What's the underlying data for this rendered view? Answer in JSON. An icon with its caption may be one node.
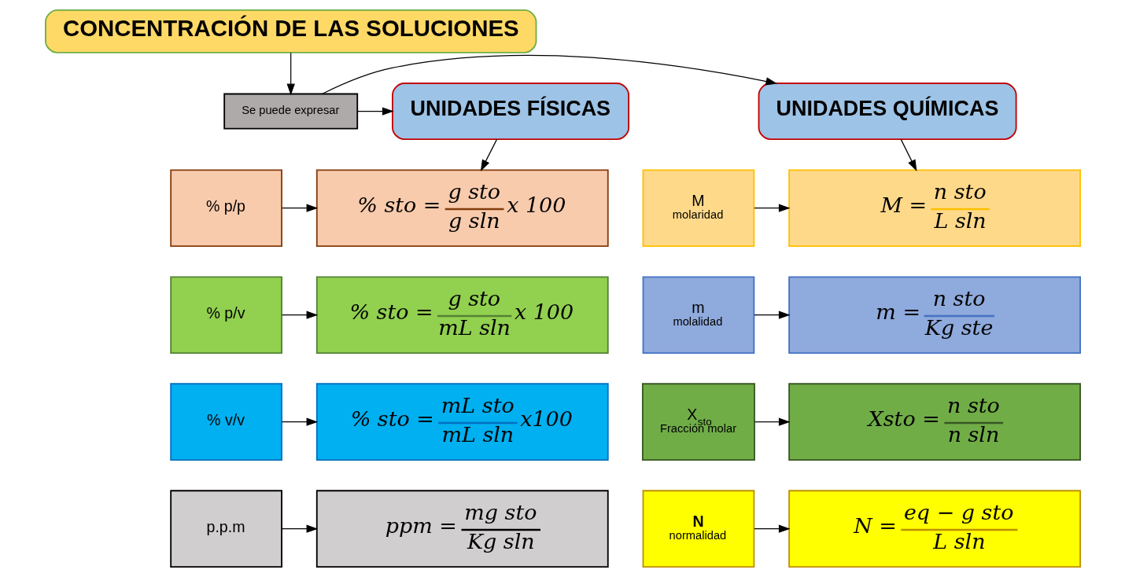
{
  "diagram": {
    "nodes": [
      {
        "text": [
          "CONCENTRACIÓN DE LAS SOLUCIONES"
        ]
      },
      {
        "text": [
          "Se puede expresar"
        ]
      },
      {
        "text": [
          "UNIDADES FÍSICAS"
        ]
      },
      {
        "text": [
          "UNIDADES QUÍMICAS"
        ]
      },
      {
        "text": [
          "% p/p"
        ]
      },
      {
        "text": [
          "% sto =",
          "g sto",
          "g sln",
          "x 100"
        ]
      },
      {
        "text": [
          "% p/v"
        ]
      },
      {
        "text": [
          "% sto =",
          "g sto",
          "mL sln",
          "x 100"
        ]
      },
      {
        "text": [
          "% v/v"
        ]
      },
      {
        "text": [
          "% sto =",
          "mL sto",
          "mL sln",
          "x100"
        ]
      },
      {
        "text": [
          "p.p.m"
        ]
      },
      {
        "text": [
          "ppm =",
          "mg sto",
          "Kg sln"
        ]
      },
      {
        "text": [
          "M",
          "molaridad"
        ]
      },
      {
        "text": [
          "M =",
          "n sto",
          "L sln"
        ]
      },
      {
        "text": [
          "m",
          "molalidad"
        ]
      },
      {
        "text": [
          "m =",
          "n sto",
          "Kg ste"
        ]
      },
      {
        "text": [
          "X$_{sto}$",
          "Fracción molar"
        ]
      },
      {
        "text": [
          "Xsto =",
          "n sto",
          "n sln"
        ]
      },
      {
        "text": [
          "**N**",
          "normalidad"
        ]
      },
      {
        "text": [
          "N =",
          "eq − g sto",
          "L sln"
        ]
      }
    ],
    "edges": [
      {
        "from": 0,
        "to": 1,
        "arrow": "to"
      },
      {
        "from": 1,
        "to": 2,
        "arrow": "to"
      },
      {
        "from": 1,
        "to": 3,
        "arrow": "to"
      },
      {
        "from": 2,
        "to": 5,
        "arrow": "to"
      },
      {
        "from": 3,
        "to": 13,
        "arrow": "to"
      },
      {
        "from": 4,
        "to": 5,
        "arrow": "to"
      },
      {
        "from": 6,
        "to": 7,
        "arrow": "to"
      },
      {
        "from": 8,
        "to": 9,
        "arrow": "to"
      },
      {
        "from": 10,
        "to": 11,
        "arrow": "to"
      },
      {
        "from": 12,
        "to": 13,
        "arrow": "to"
      },
      {
        "from": 14,
        "to": 15,
        "arrow": "to"
      },
      {
        "from": 16,
        "to": 17,
        "arrow": "to"
      },
      {
        "from": 18,
        "to": 19,
        "arrow": "to"
      }
    ]
  }
}
